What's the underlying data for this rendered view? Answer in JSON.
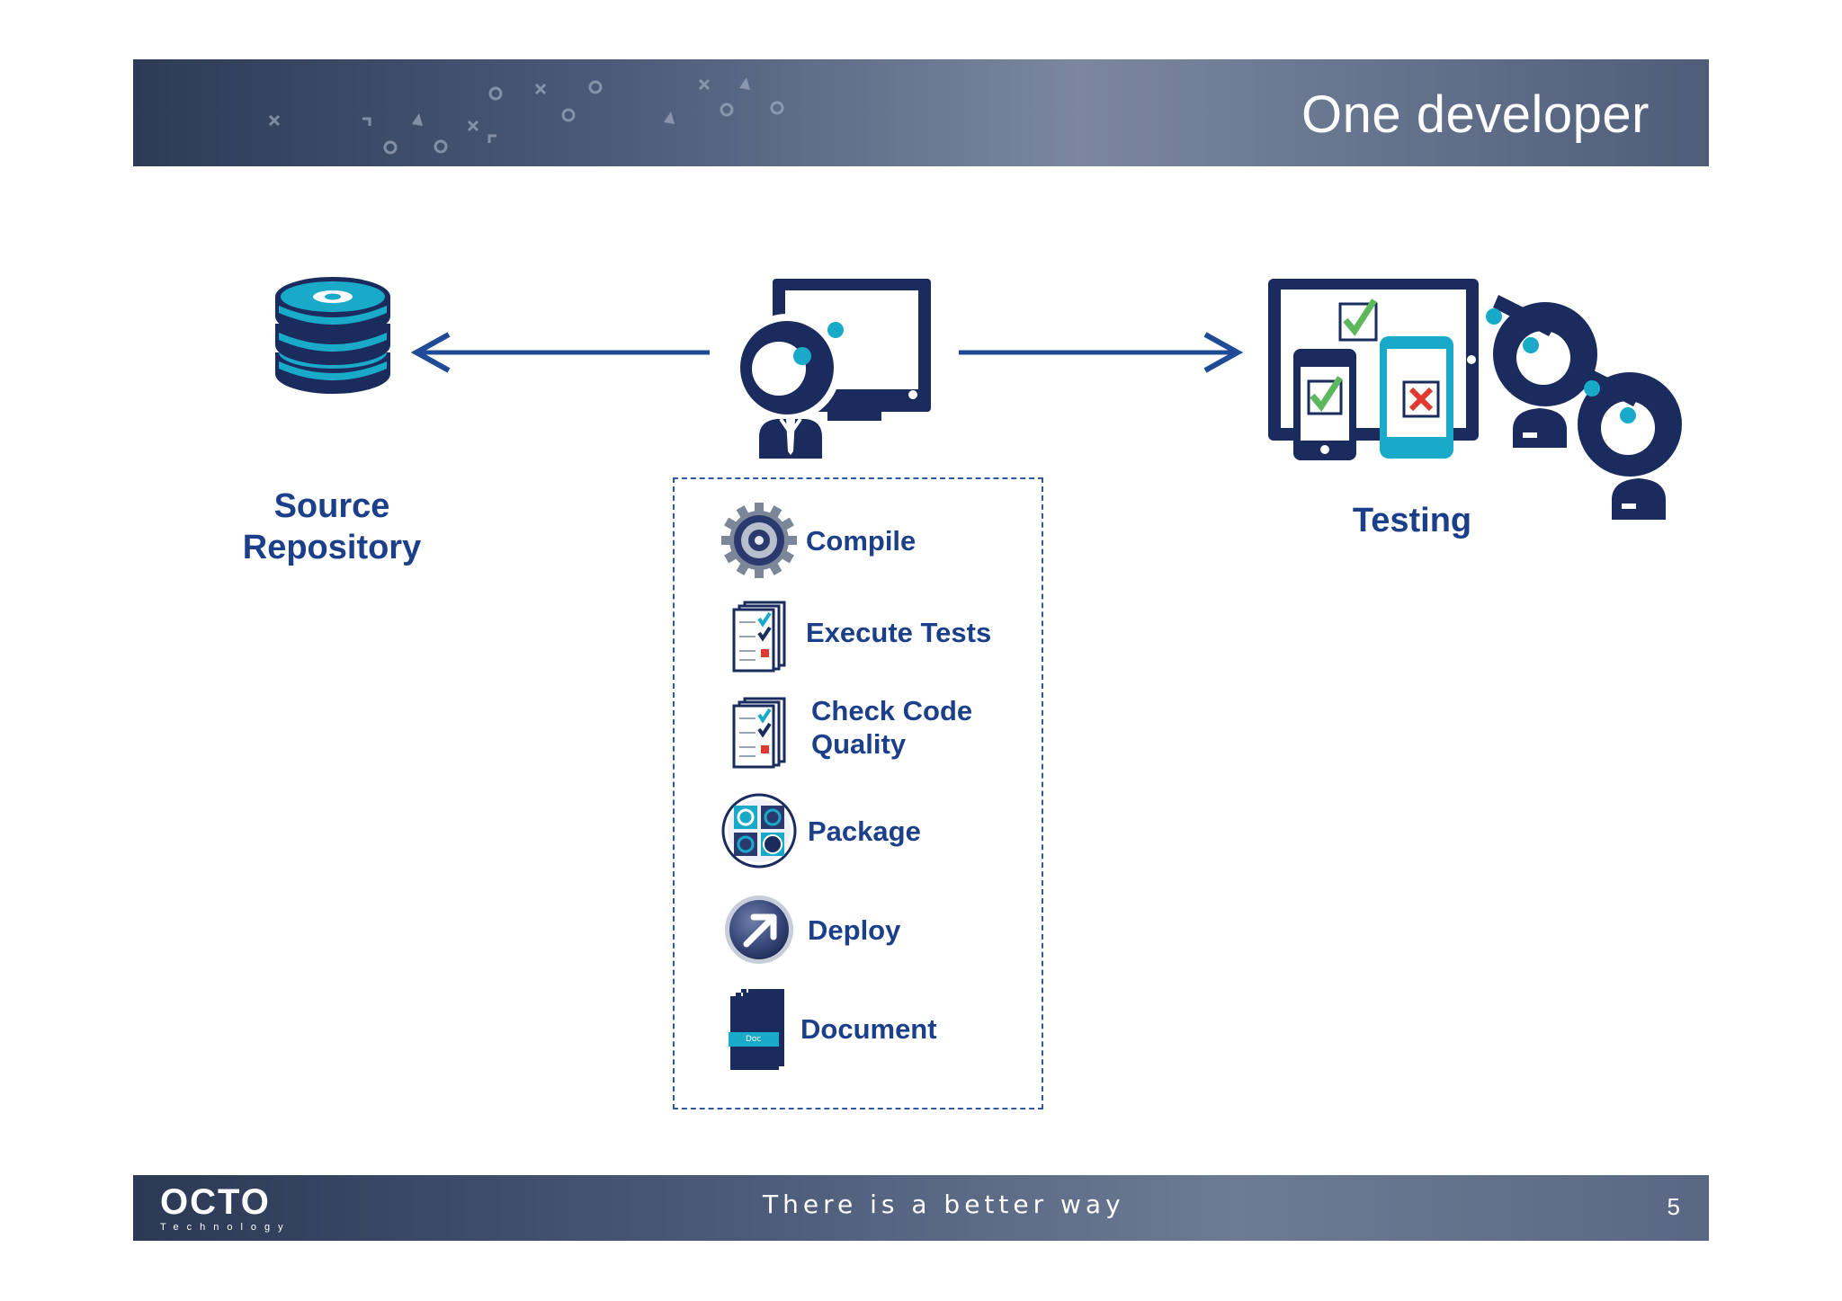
{
  "slide": {
    "title": "One developer",
    "page_number": "5"
  },
  "footer": {
    "logo_main": "OCTO",
    "logo_sub": "Technology",
    "tagline": "There is a better way"
  },
  "nodes": {
    "source_repository": "Source\nRepository",
    "testing": "Testing"
  },
  "steps": [
    {
      "label": "Compile",
      "icon": "gear-icon"
    },
    {
      "label": "Execute Tests",
      "icon": "checklist-icon"
    },
    {
      "label": "Check Code\nQuality",
      "icon": "checklist-icon"
    },
    {
      "label": "Package",
      "icon": "package-icon"
    },
    {
      "label": "Deploy",
      "icon": "deploy-arrow-icon"
    },
    {
      "label": "Document",
      "icon": "document-icon"
    }
  ],
  "document_icon_text": "Doc",
  "colors": {
    "navy": "#1a2b5e",
    "accent_cyan": "#19a9c9",
    "label_blue": "#1c3f8a",
    "arrow_blue": "#1e4a96",
    "check_green": "#5cb85c",
    "cross_red": "#e03a2f"
  }
}
